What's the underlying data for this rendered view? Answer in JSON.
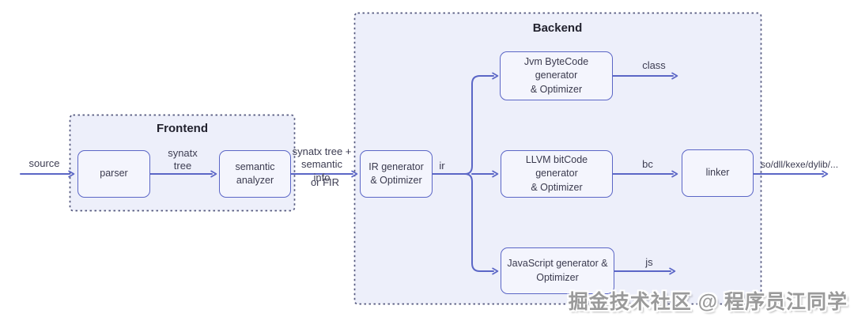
{
  "frontend": {
    "title": "Frontend",
    "boxes": {
      "parser": "parser",
      "semantic_analyzer": "semantic\nanalyzer"
    }
  },
  "backend": {
    "title": "Backend",
    "boxes": {
      "ir_generator": "IR generator\n& Optimizer",
      "jvm_bytecode": "Jvm ByteCode generator\n& Optimizer",
      "llvm_bitcode": "LLVM bitCode generator\n& Optimizer",
      "linker": "linker",
      "javascript": "JavaScript generator &\nOptimizer"
    }
  },
  "labels": {
    "source": "source",
    "syntax_tree": "synatx\ntree",
    "handoff": "synatx tree +\nsemantic info",
    "or_fir": "or FIR",
    "ir": "ir",
    "class_out": "class",
    "bc": "bc",
    "native_out": "so/dll/kexe/dylib/...",
    "js_out": "js"
  },
  "watermark": "掘金技术社区 @ 程序员江同学",
  "colors": {
    "accent": "#5b66c6",
    "container_fill": "#edeffa",
    "container_dash": "#54587e",
    "node_fill": "#f4f5fd",
    "text": "#3a3a4e"
  }
}
